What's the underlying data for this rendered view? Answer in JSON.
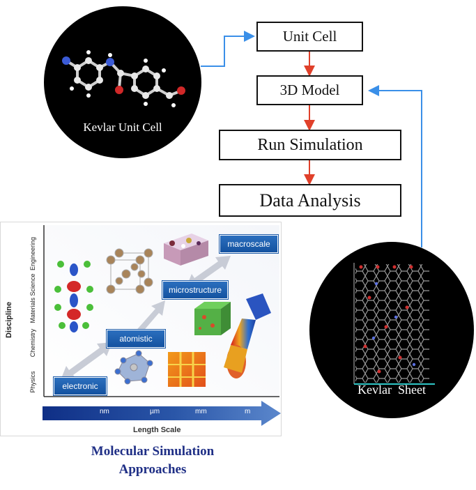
{
  "flowchart": {
    "steps": [
      "Unit Cell",
      "3D Model",
      "Run Simulation",
      "Data Analysis"
    ]
  },
  "circles": {
    "kevlar_unit_cell_label": "Kevlar Unit Cell",
    "kevlar_sheet_label": "Kevlar  Sheet"
  },
  "panel": {
    "discipline_title": "Discipline",
    "discipline_levels": [
      "Engineering",
      "Materials Science",
      "Chemistry",
      "Physics"
    ],
    "scales": [
      "electronic",
      "atomistic",
      "microstructure",
      "macroscale"
    ],
    "axis_ticks": [
      "nm",
      "µm",
      "mm",
      "m"
    ],
    "axis_title": "Length Scale"
  },
  "caption": {
    "line1": "Molecular Simulation",
    "line2": "Approaches"
  },
  "colors": {
    "arrow_blue": "#3a8fe8",
    "arrow_red": "#e0402a",
    "scale_box_blue": "#1b5aa8",
    "caption_blue": "#1f2f86"
  }
}
